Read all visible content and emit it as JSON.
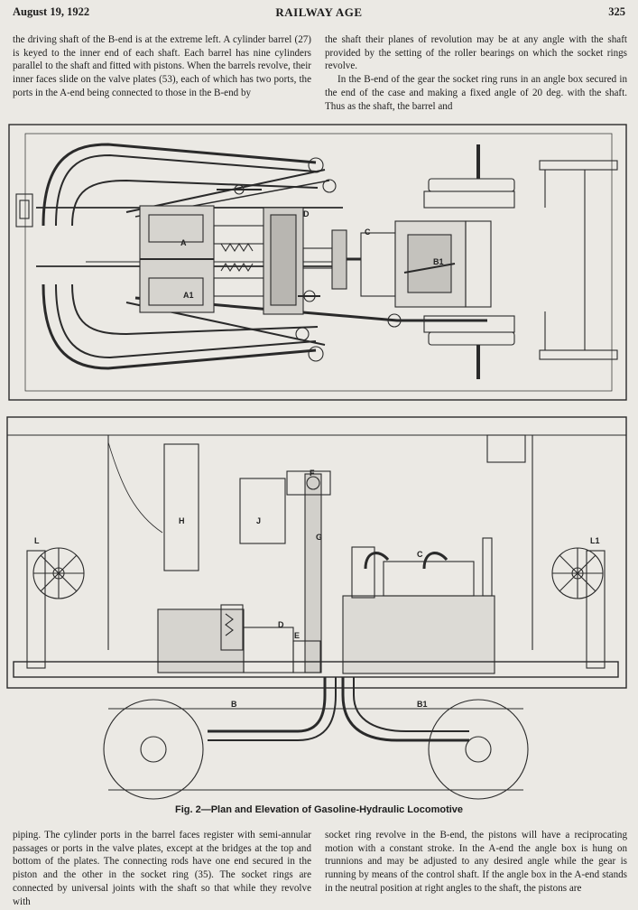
{
  "header": {
    "date": "August 19, 1922",
    "journal": "RAILWAY AGE",
    "page_number": "325"
  },
  "columns": {
    "top_left": "the driving shaft of the B-end is at the extreme left. A cylinder barrel (27) is keyed to the inner end of each shaft. Each barrel has nine cylinders parallel to the shaft and fitted with pistons. When the barrels revolve, their inner faces slide on the valve plates (53), each of which has two ports, the ports in the A-end being connected to those in the B-end by",
    "top_right_p1": "the shaft their planes of revolution may be at any angle with the shaft provided by the setting of the roller bearings on which the socket rings revolve.",
    "top_right_p2": "In the B-end of the gear the socket ring runs in an angle box secured in the end of the case and making a fixed angle of 20 deg. with the shaft. Thus as the shaft, the barrel and",
    "bottom_left": "piping. The cylinder ports in the barrel faces register with semi-annular passages or ports in the valve plates, except at the bridges at the top and bottom of the plates. The connecting rods have one end secured in the piston and the other in the socket ring (35). The socket rings are connected by universal joints with the shaft so that while they revolve with",
    "bottom_right": "socket ring revolve in the B-end, the pistons will have a reciprocating motion with a constant stroke. In the A-end the angle box is hung on trunnions and may be adjusted to any desired angle while the gear is running by means of the control shaft. If the angle box in the A-end stands in the neutral position at right angles to the shaft, the pistons are"
  },
  "figure": {
    "caption": "Fig. 2—Plan and Elevation of Gasoline-Hydraulic Locomotive",
    "plan_labels": {
      "a": "A",
      "a1": "A1",
      "b1": "B1",
      "c": "C",
      "d": "D"
    },
    "elevation_labels": {
      "b": "B",
      "b1": "B1",
      "c": "C",
      "d": "D",
      "e": "E",
      "f": "F",
      "g": "G",
      "h": "H",
      "j": "J",
      "l": "L",
      "l1": "L1"
    }
  }
}
